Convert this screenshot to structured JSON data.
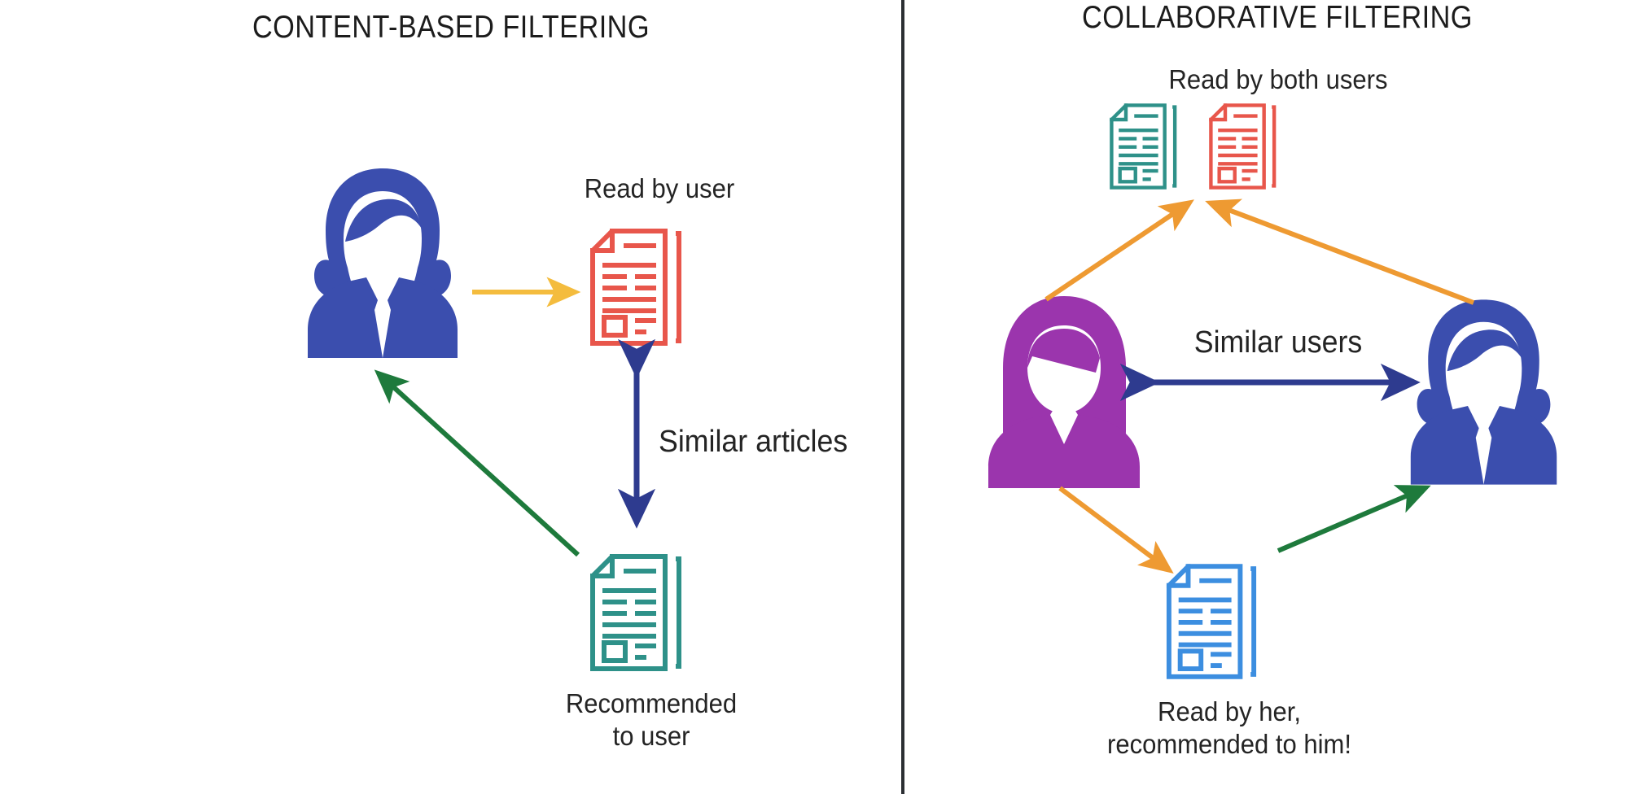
{
  "diagram": {
    "background": "#ffffff",
    "divider_color": "#2c2f33"
  },
  "palette": {
    "person_male": "#3B4EAE",
    "person_female": "#9B35AD",
    "doc_red": "#E8564B",
    "doc_teal": "#2E9189",
    "doc_blue": "#3C8EE0",
    "arrow_yellow": "#F4BC3E",
    "arrow_orange": "#EE9A32",
    "arrow_green": "#1E7A3C",
    "arrow_navy": "#2E3B8F",
    "text": "#242424"
  },
  "left_panel": {
    "title": "CONTENT-BASED FILTERING",
    "label_read_by_user": "Read by user",
    "label_similar_articles": "Similar articles",
    "label_recommended": "Recommended\nto user",
    "nodes": {
      "user": "person-male-blue",
      "doc_read": "document-red",
      "doc_recommended": "document-teal"
    },
    "arrows": [
      {
        "name": "user-to-read-doc",
        "color": "#F4BC3E",
        "heads": "single",
        "from": "user",
        "to": "doc-read"
      },
      {
        "name": "similar-articles-link",
        "color": "#2E3B8F",
        "heads": "double",
        "from": "doc-read",
        "to": "doc-recommended"
      },
      {
        "name": "recommended-doc-to-user",
        "color": "#1E7A3C",
        "heads": "single",
        "from": "doc-recommended",
        "to": "user"
      }
    ]
  },
  "right_panel": {
    "title": "COLLABORATIVE FILTERING",
    "label_read_by_both": "Read by both users",
    "label_similar_users": "Similar users",
    "label_read_recommended": "Read by her,\nrecommended to him!",
    "nodes": {
      "user_female": "person-female-purple",
      "user_male": "person-male-blue",
      "doc_shared_teal": "document-teal",
      "doc_shared_red": "document-red",
      "doc_recommended": "document-blue"
    },
    "arrows": [
      {
        "name": "female-to-shared-docs",
        "color": "#EE9A32",
        "heads": "single",
        "from": "user-female",
        "to": "shared-docs"
      },
      {
        "name": "male-to-shared-docs",
        "color": "#EE9A32",
        "heads": "single",
        "from": "user-male",
        "to": "shared-docs"
      },
      {
        "name": "similar-users-link",
        "color": "#2E3B8F",
        "heads": "double",
        "from": "user-female",
        "to": "user-male"
      },
      {
        "name": "female-to-blue-doc",
        "color": "#EE9A32",
        "heads": "single",
        "from": "user-female",
        "to": "doc-blue"
      },
      {
        "name": "blue-doc-to-male",
        "color": "#1E7A3C",
        "heads": "single",
        "from": "doc-blue",
        "to": "user-male"
      }
    ]
  }
}
